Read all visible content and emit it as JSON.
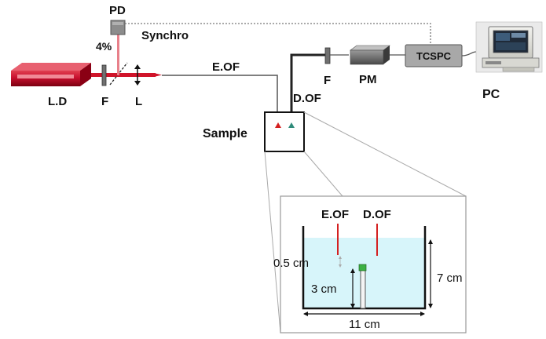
{
  "labels": {
    "pd": "PD",
    "synchro": "Synchro",
    "percent": "4%",
    "ld": "L.D",
    "f1": "F",
    "l": "L",
    "eof": "E.OF",
    "dof": "D.OF",
    "f2": "F",
    "pm": "PM",
    "tcspc": "TCSPC",
    "pc": "PC",
    "sample": "Sample",
    "inset_eof": "E.OF",
    "inset_dof": "D.OF",
    "dim_05": "0.5 cm",
    "dim_3": "3 cm",
    "dim_7": "7 cm",
    "dim_11": "11 cm"
  },
  "colors": {
    "laser_red": "#c8102e",
    "beam_pink": "#e8808a",
    "water": "#d7f5fa",
    "fiber_dark": "#333333",
    "gray_box": "#a8a8a8",
    "green_marker": "#3cb043",
    "teal_marker": "#2e8b7a",
    "red_marker": "#d42020"
  }
}
